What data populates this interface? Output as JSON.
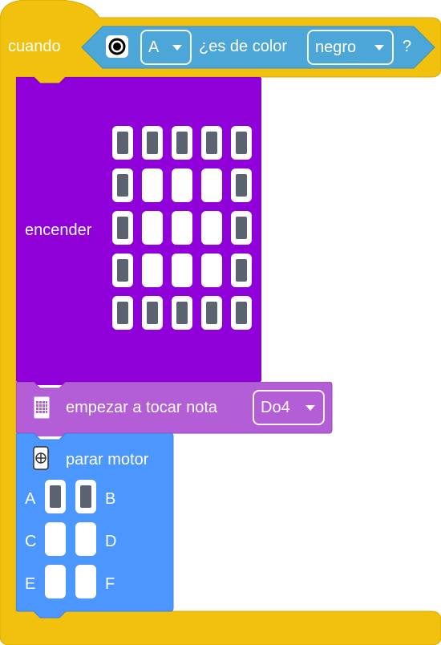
{
  "hat": {
    "when_label": "cuando",
    "sensor_dropdown": "A",
    "question_label": "¿es de color",
    "color_dropdown": "negro",
    "question_mark": "?"
  },
  "matrix_block": {
    "label": "encender",
    "grid": [
      [
        1,
        1,
        1,
        1,
        1
      ],
      [
        1,
        0,
        0,
        0,
        1
      ],
      [
        1,
        0,
        0,
        0,
        1
      ],
      [
        1,
        0,
        0,
        0,
        1
      ],
      [
        1,
        1,
        1,
        1,
        1
      ]
    ]
  },
  "note_block": {
    "label": "empezar a tocar nota",
    "note_dropdown": "Do4"
  },
  "motor_block": {
    "label": "parar motor",
    "ports": [
      {
        "left": "A",
        "right": "B",
        "left_on": 1,
        "right_on": 1
      },
      {
        "left": "C",
        "right": "D",
        "left_on": 0,
        "right_on": 0
      },
      {
        "left": "E",
        "right": "F",
        "left_on": 0,
        "right_on": 0
      }
    ]
  },
  "colors": {
    "event_yellow": "#f2c10e",
    "sensor_blue": "#4da6d8",
    "light_purple": "#9000d8",
    "sound_purple": "#b35ed6",
    "motor_blue": "#4c97ff"
  }
}
